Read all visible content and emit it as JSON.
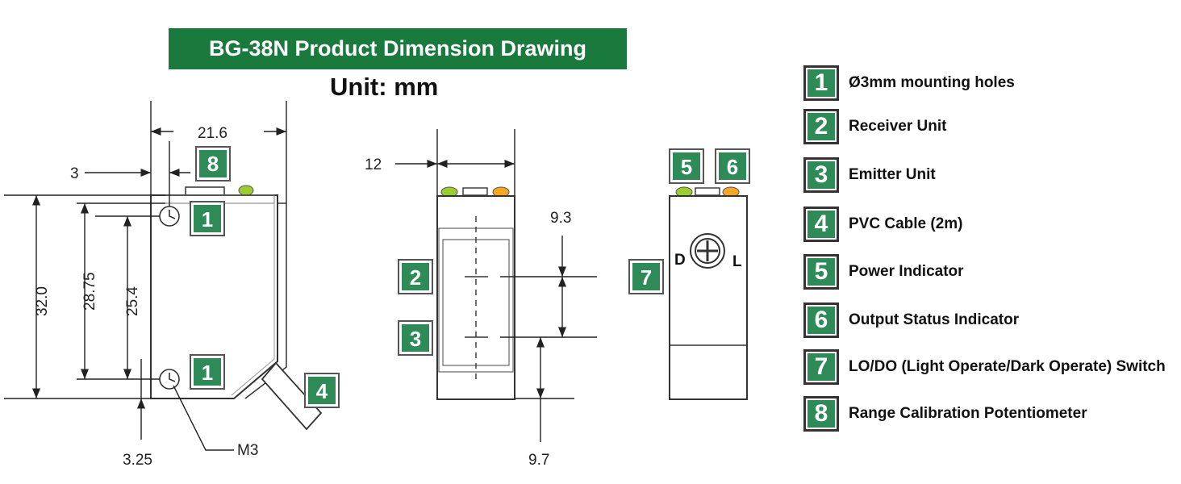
{
  "title": "BG-38N  Product Dimension Drawing",
  "unit_label": "Unit: mm",
  "colors": {
    "banner": "#1a7a3e",
    "badge": "#2e8b57",
    "power_led": "#9acd32",
    "status_led": "#f5a623"
  },
  "dimensions": {
    "width_21_6": "21.6",
    "offset_3": "3",
    "height_32_0": "32.0",
    "height_28_75": "28.75",
    "height_25_4": "25.4",
    "offset_3_25": "3.25",
    "thread_m3": "M3",
    "depth_12": "12",
    "spacing_9_3": "9.3",
    "spacing_9_7": "9.7"
  },
  "switch_labels": {
    "left": "D",
    "right": "L"
  },
  "legend": [
    {
      "num": "1",
      "label": "Ø3mm mounting holes"
    },
    {
      "num": "2",
      "label": "Receiver Unit"
    },
    {
      "num": "3",
      "label": "Emitter Unit"
    },
    {
      "num": "4",
      "label": "PVC Cable (2m)"
    },
    {
      "num": "5",
      "label": "Power Indicator"
    },
    {
      "num": "6",
      "label": "Output Status Indicator"
    },
    {
      "num": "7",
      "label": "LO/DO (Light Operate/Dark Operate) Switch"
    },
    {
      "num": "8",
      "label": "Range Calibration Potentiometer"
    }
  ]
}
